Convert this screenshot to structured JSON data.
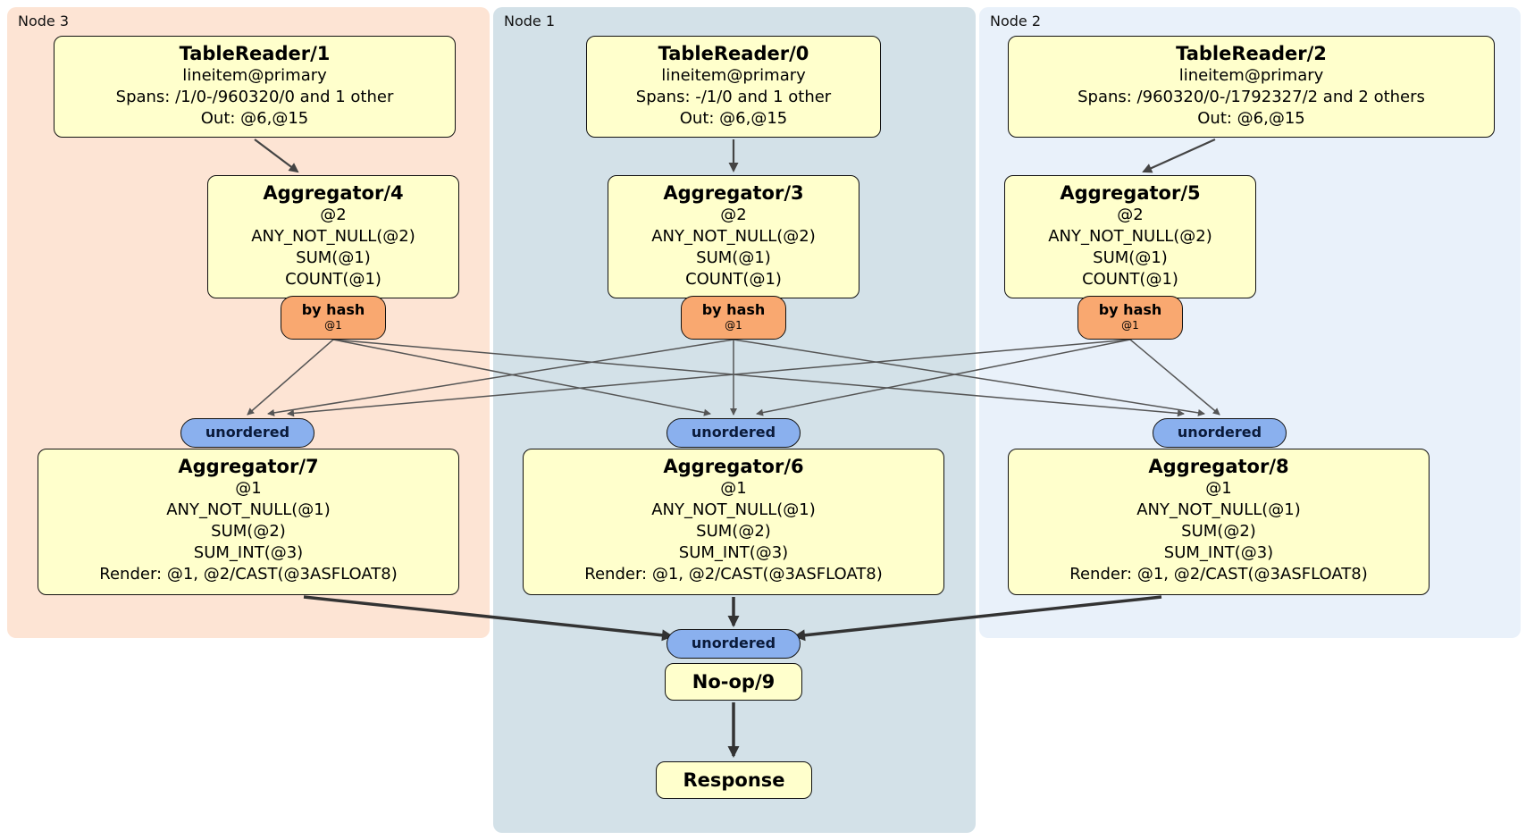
{
  "panels": [
    {
      "id": "node3",
      "label": "Node 3"
    },
    {
      "id": "node1",
      "label": "Node 1"
    },
    {
      "id": "node2",
      "label": "Node 2"
    }
  ],
  "processors": {
    "tr1": {
      "title": "TableReader/1",
      "lines": [
        "lineitem@primary",
        "Spans: /1/0-/960320/0 and 1 other",
        "Out: @6,@15"
      ]
    },
    "tr0": {
      "title": "TableReader/0",
      "lines": [
        "lineitem@primary",
        "Spans: -/1/0 and 1 other",
        "Out: @6,@15"
      ]
    },
    "tr2": {
      "title": "TableReader/2",
      "lines": [
        "lineitem@primary",
        "Spans: /960320/0-/1792327/2 and 2 others",
        "Out: @6,@15"
      ]
    },
    "agg4": {
      "title": "Aggregator/4",
      "lines": [
        "@2",
        "ANY_NOT_NULL(@2)",
        "SUM(@1)",
        "COUNT(@1)"
      ]
    },
    "agg3": {
      "title": "Aggregator/3",
      "lines": [
        "@2",
        "ANY_NOT_NULL(@2)",
        "SUM(@1)",
        "COUNT(@1)"
      ]
    },
    "agg5": {
      "title": "Aggregator/5",
      "lines": [
        "@2",
        "ANY_NOT_NULL(@2)",
        "SUM(@1)",
        "COUNT(@1)"
      ]
    },
    "agg7": {
      "title": "Aggregator/7",
      "lines": [
        "@1",
        "ANY_NOT_NULL(@1)",
        "SUM(@2)",
        "SUM_INT(@3)",
        "Render: @1, @2/CAST(@3ASFLOAT8)"
      ]
    },
    "agg6": {
      "title": "Aggregator/6",
      "lines": [
        "@1",
        "ANY_NOT_NULL(@1)",
        "SUM(@2)",
        "SUM_INT(@3)",
        "Render: @1, @2/CAST(@3ASFLOAT8)"
      ]
    },
    "agg8": {
      "title": "Aggregator/8",
      "lines": [
        "@1",
        "ANY_NOT_NULL(@1)",
        "SUM(@2)",
        "SUM_INT(@3)",
        "Render: @1, @2/CAST(@3ASFLOAT8)"
      ]
    },
    "noop": {
      "title": "No-op/9"
    },
    "response": {
      "title": "Response"
    }
  },
  "routers": {
    "by_hash": {
      "label": "by hash",
      "detail": "@1"
    },
    "unordered": {
      "label": "unordered"
    }
  },
  "colors": {
    "node3_bg": "#fde4d4",
    "node1_bg": "#d3e1e8",
    "node2_bg": "#e9f1fa",
    "box_bg": "#ffffcc",
    "by_hash_bg": "#f9a870",
    "unordered_bg": "#8ab0ee",
    "edge": "#555555"
  }
}
